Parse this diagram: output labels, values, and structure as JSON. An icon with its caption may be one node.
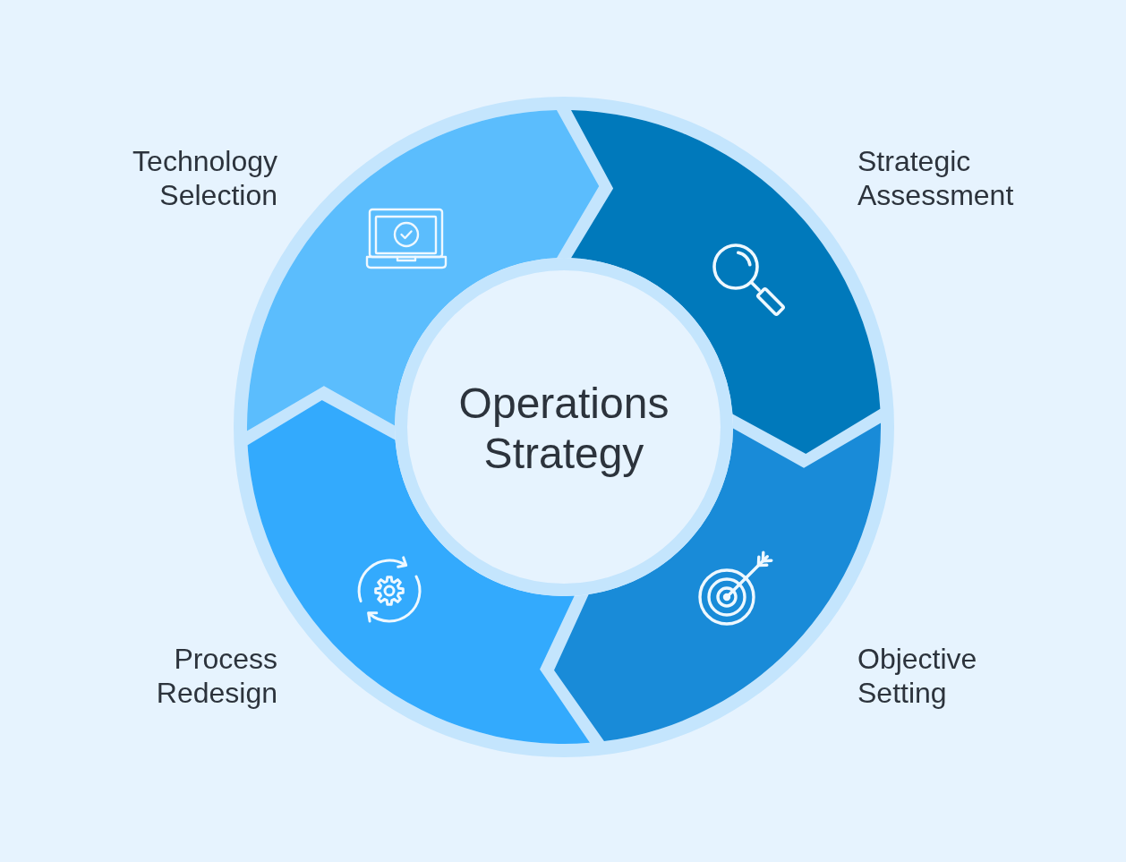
{
  "diagram": {
    "nodes": [
      {
        "text": [
          "Technology Selection"
        ]
      },
      {
        "text": [
          "Strategic Assessment"
        ]
      },
      {
        "text": [
          "Operations Strategy"
        ]
      },
      {
        "text": [
          "Process Redesign"
        ]
      },
      {
        "text": [
          "Objective Setting"
        ]
      }
    ]
  }
}
